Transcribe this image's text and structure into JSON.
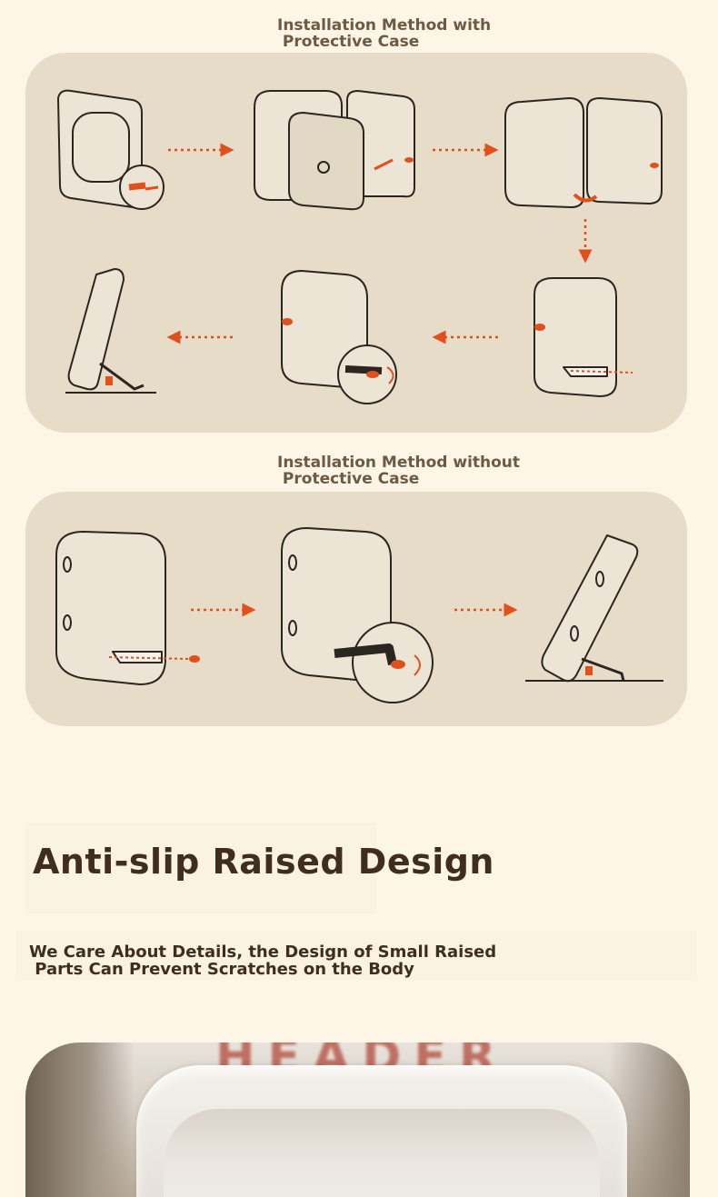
{
  "sections": {
    "with_case": {
      "title": "Installation Method with\n Protective Case"
    },
    "without_case": {
      "title": "Installation Method without\n Protective Case"
    }
  },
  "feature": {
    "heading": "Anti-slip Raised Design",
    "description": "We Care About Details, the Design of Small Raised\n Parts Can Prevent Scratches on the Body"
  },
  "photo": {
    "background_text": "HEADER PLAY"
  },
  "colors": {
    "background": "#fdf6e6",
    "panel": "#e6dcc8",
    "accent_orange": "#e0501c",
    "title_text": "#6b5a44",
    "heading_text": "#3f2e1d"
  }
}
